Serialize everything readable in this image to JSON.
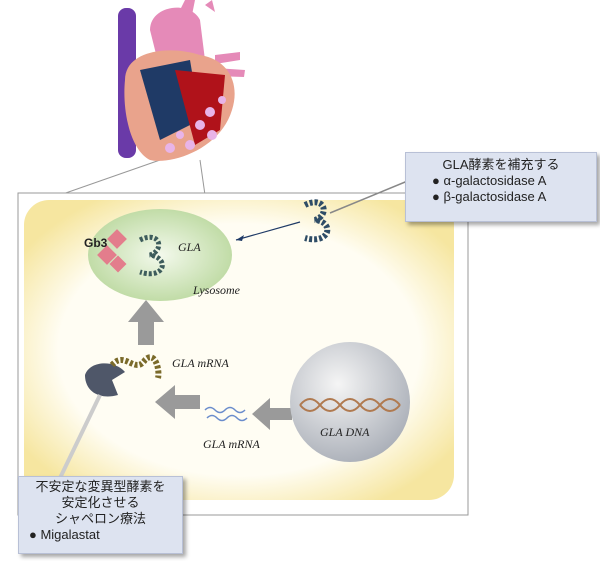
{
  "labels": {
    "gb3": "Gb3",
    "gla_lysosome": "GLA",
    "lysosome": "Lysosome",
    "gla_mrna_upper": "GLA  mRNA",
    "gla_mrna_lower": "GLA  mRNA",
    "gla_dna": "GLA DNA"
  },
  "callout_enzyme": {
    "title": "GLA酵素を補充する",
    "items": [
      "α-galactosidase  A",
      "β-galactosidase  A"
    ]
  },
  "callout_chaperone": {
    "title_lines": [
      "不安定な変異型酵素を",
      "安定化させる",
      "シャペロン療法"
    ],
    "items": [
      "Migalastat"
    ]
  },
  "colors": {
    "cell": "#fbf3c8",
    "lysosome": "#cfe3b8",
    "box": "#dde3f0",
    "arrow": "#999999"
  }
}
